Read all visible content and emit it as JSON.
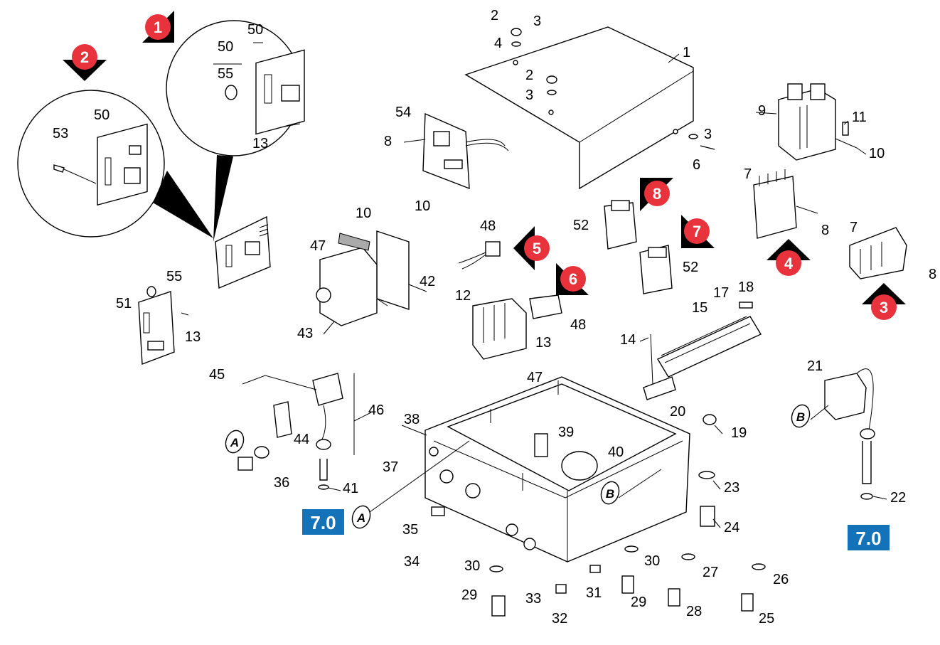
{
  "colors": {
    "badge": "#e8323c",
    "badge_shadow": "#000000",
    "ref_box": "#1473b8"
  },
  "badges": [
    "1",
    "2",
    "3",
    "4",
    "5",
    "6",
    "7",
    "8"
  ],
  "refs": {
    "left": "7.0",
    "right": "7.0"
  },
  "circled": {
    "a1": "A",
    "a2": "A",
    "b1": "B",
    "b2": "B"
  },
  "labels": {
    "l1": "1",
    "l2a": "2",
    "l2b": "2",
    "l3a": "3",
    "l3b": "3",
    "l3c": "3",
    "l4": "4",
    "l6": "6",
    "l7a": "7",
    "l7b": "7",
    "l8a": "8",
    "l8b": "8",
    "l8c": "8",
    "l9": "9",
    "l10a": "10",
    "l10b": "10",
    "l10c": "10",
    "l11": "11",
    "l12": "12",
    "l13a": "13",
    "l13b": "13",
    "l13c": "13",
    "l14": "14",
    "l15": "15",
    "l17": "17",
    "l18": "18",
    "l19": "19",
    "l20": "20",
    "l21": "21",
    "l22": "22",
    "l23": "23",
    "l24": "24",
    "l25": "25",
    "l26": "26",
    "l27": "27",
    "l28": "28",
    "l29a": "29",
    "l29b": "29",
    "l30a": "30",
    "l30b": "30",
    "l31": "31",
    "l32": "32",
    "l33": "33",
    "l34": "34",
    "l35": "35",
    "l36": "36",
    "l37": "37",
    "l38": "38",
    "l39": "39",
    "l40": "40",
    "l41": "41",
    "l42": "42",
    "l43": "43",
    "l44": "44",
    "l45": "45",
    "l46": "46",
    "l47a": "47",
    "l47b": "47",
    "l48a": "48",
    "l48b": "48",
    "l50a": "50",
    "l50b": "50",
    "l50c": "50",
    "l51": "51",
    "l52a": "52",
    "l52b": "52",
    "l53": "53",
    "l54": "54",
    "l55a": "55",
    "l55b": "55"
  }
}
